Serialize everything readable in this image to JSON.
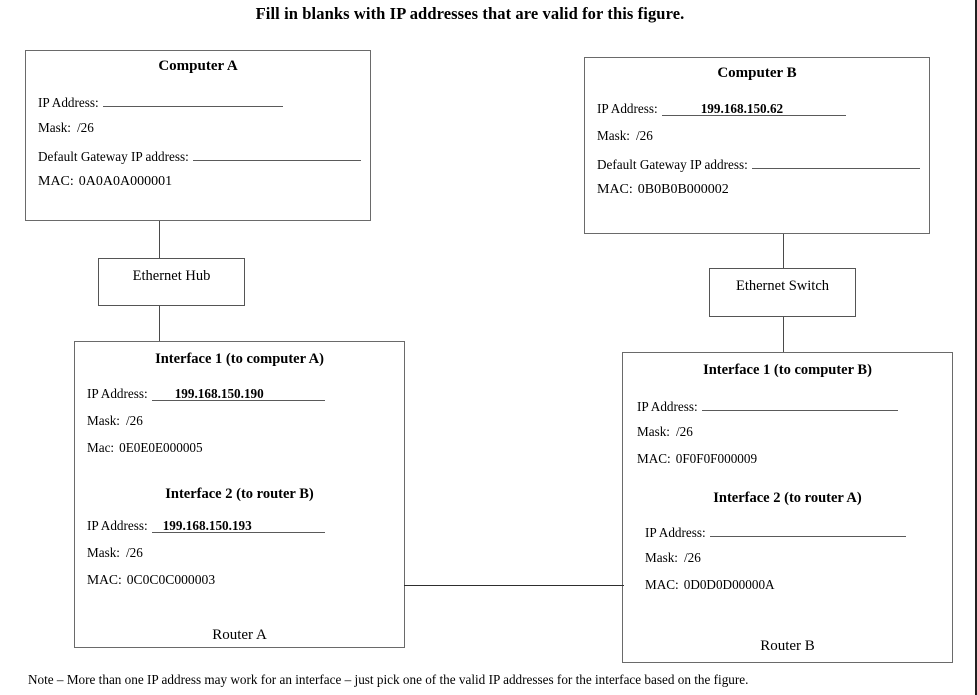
{
  "title": "Fill in blanks with IP addresses that are valid for this figure.",
  "note": "Note – More than one IP address may work for an interface – just pick one of the valid IP addresses for the interface based on the figure.",
  "labels": {
    "ip_address": "IP Address:",
    "mask": "Mask:",
    "default_gateway": "Default Gateway IP address:",
    "mac_upper": "MAC:",
    "mac_mixed": "Mac:"
  },
  "computer_a": {
    "title": "Computer A",
    "ip_value": "",
    "mask_value": "/26",
    "gateway_value": "",
    "mac_value": "0A0A0A000001"
  },
  "computer_b": {
    "title": "Computer B",
    "ip_value": "199.168.150.62",
    "mask_value": "/26",
    "gateway_value": "",
    "mac_value": "0B0B0B000002"
  },
  "hub": {
    "label": "Ethernet Hub"
  },
  "switch": {
    "label": "Ethernet Switch"
  },
  "router_a": {
    "label": "Router A",
    "interface1": {
      "title": "Interface 1 (to computer A)",
      "ip_value": "199.168.150.190",
      "mask_value": "/26",
      "mac_label": "Mac:",
      "mac_value": "0E0E0E000005"
    },
    "interface2": {
      "title": "Interface 2 (to router B)",
      "ip_value": "199.168.150.193",
      "mask_value": "/26",
      "mac_label": "MAC:",
      "mac_value": "0C0C0C000003"
    }
  },
  "router_b": {
    "label": "Router B",
    "interface1": {
      "title": "Interface 1 (to computer B)",
      "ip_value": "",
      "mask_value": "/26",
      "mac_label": "MAC:",
      "mac_value": "0F0F0F000009"
    },
    "interface2": {
      "title": "Interface 2 (to router A)",
      "ip_value": "",
      "mask_value": "/26",
      "mac_label": "MAC:",
      "mac_value": "0D0D0D00000A"
    }
  },
  "colors": {
    "line": "#4a4a4a",
    "border": "#5d5d5d",
    "text": "#000000"
  }
}
